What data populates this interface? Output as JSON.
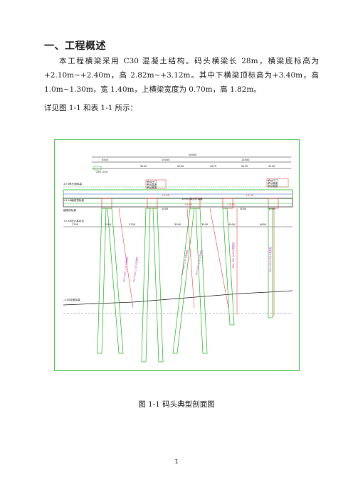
{
  "section": {
    "heading": "一、工程概述"
  },
  "paragraphs": {
    "intro": "本工程横梁采用 C30 混凝土结构。码头横梁长 28m，横梁底标高为+2.10m~+2.40m，高 2.82m~+3.12m。其中下横梁顶标高为+3.40m，高 1.0m~1.30m，宽 1.40m，上横梁宽度为 0.70m，高 1.82m。",
    "see": "详见图 1-1 和表 1-1 所示："
  },
  "figure": {
    "caption": "图 1-1 码头典型剖面图",
    "total_dim": "28000",
    "top_dims": [
      "4500",
      "10000",
      "13500"
    ],
    "mid_dims": [
      "5250",
      "5250",
      "4375",
      "4125",
      "4125"
    ],
    "small_dims": [
      "250",
      "200"
    ],
    "lower_dims": [
      "2700",
      "3500",
      "5700",
      "3000",
      "3500",
      "4000",
      "4800"
    ],
    "spans": [
      "1400",
      "3000",
      "3000"
    ],
    "note_boxes": [
      [
        "承台尺寸",
        "承台高度",
        "承台宽度"
      ],
      [
        "承台尺寸",
        "承台高度",
        "承台宽度"
      ]
    ],
    "left_labels": [
      "3.70码头面标高",
      "+3.40横梁顶标高",
      "横梁底标高",
      "+2.40设计高水位",
      "-3.50泥面标高"
    ],
    "elev_labels": [
      "+2.40",
      "+2.40",
      "+3.40",
      "+3.40"
    ],
    "pile_labels": [
      "PHC-600 (110) B型管桩",
      "PHC-600 (110) B型管桩",
      "PHC-600 (110) B型管桩",
      "PHC-600 (110) B型管桩",
      "PHC-600 (110) B型管桩",
      "PHC-600 (110) B型管桩"
    ],
    "beam_note": "10mm厚沥青填缝",
    "line_colors": {
      "green": "#29b629",
      "red": "#e0302c",
      "black": "#222222",
      "blue": "#2a5cd6",
      "magenta": "#c040c0"
    }
  },
  "page": {
    "number": "1"
  }
}
